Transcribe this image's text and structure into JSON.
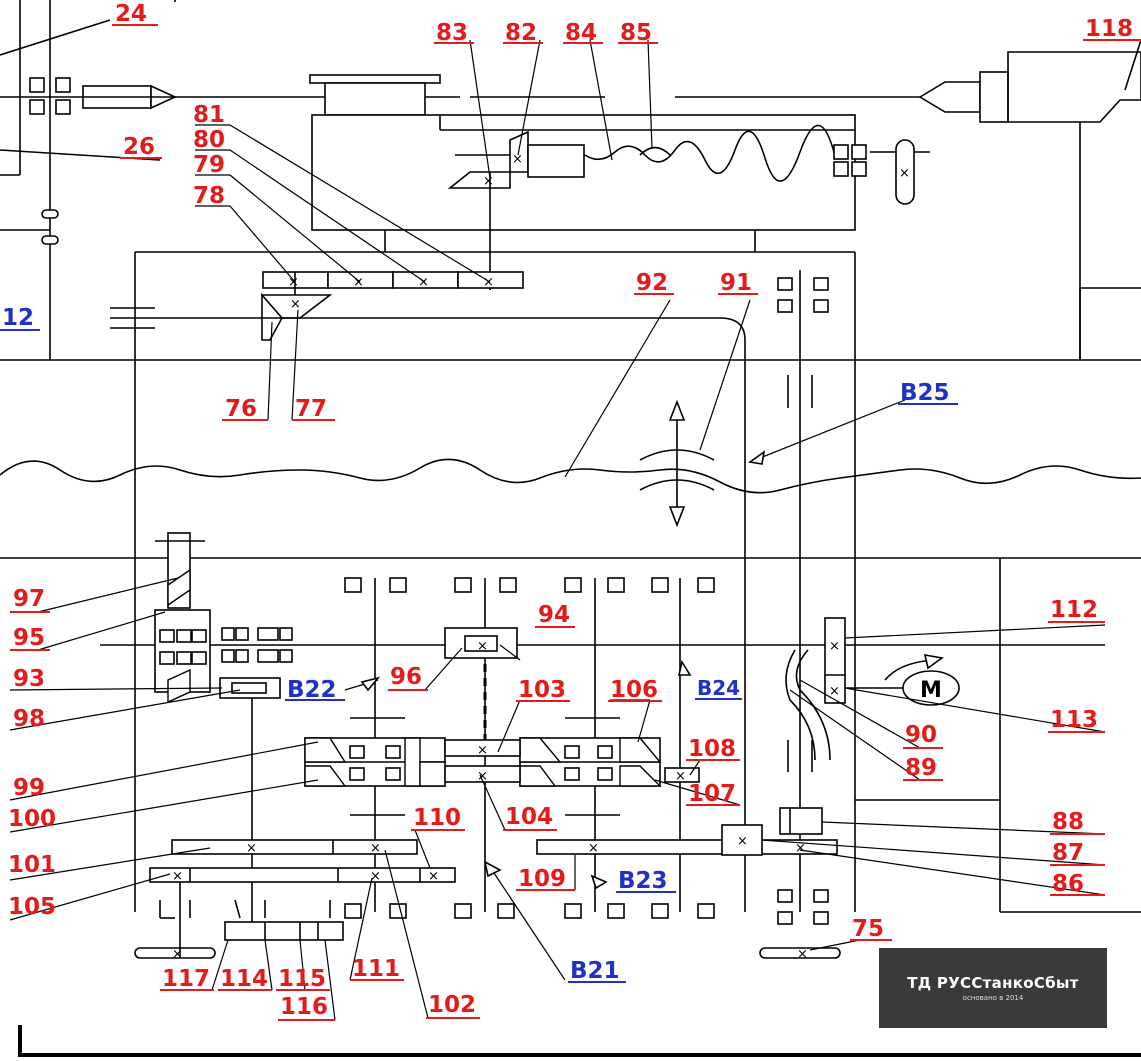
{
  "labels_red": [
    "24",
    "26",
    "83",
    "82",
    "84",
    "85",
    "118",
    "81",
    "80",
    "79",
    "78",
    "92",
    "91",
    "76",
    "77",
    "97",
    "95",
    "94",
    "93",
    "96",
    "98",
    "103",
    "106",
    "108",
    "99",
    "100",
    "104",
    "107",
    "110",
    "101",
    "109",
    "105",
    "117",
    "114",
    "115",
    "116",
    "111",
    "102",
    "112",
    "113",
    "90",
    "89",
    "88",
    "87",
    "86",
    "75"
  ],
  "labels_blue": [
    "12",
    "B25",
    "B22",
    "B24",
    "B23",
    "B21"
  ],
  "motor": {
    "letter": "M"
  },
  "watermark": {
    "title": "ТД РУССтанкоСбыт",
    "subtitle": "основано в 2014"
  },
  "colors": {
    "label_red": "#e41b1b",
    "label_blue": "#2031c8",
    "line": "#000000"
  }
}
